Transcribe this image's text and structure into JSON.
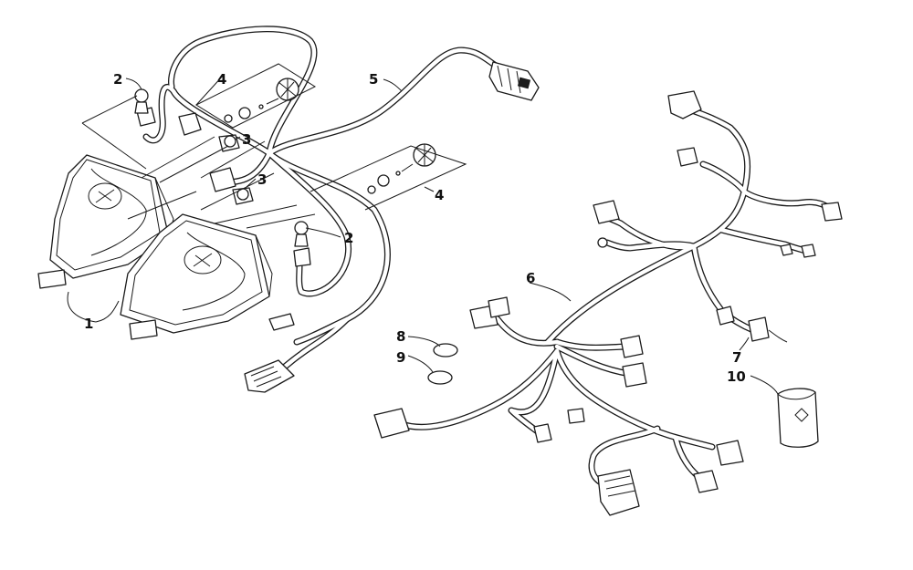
{
  "callouts": [
    {
      "id": "c1a",
      "text": "1"
    },
    {
      "id": "c2a",
      "text": "2"
    },
    {
      "id": "c2b",
      "text": "2"
    },
    {
      "id": "c3a",
      "text": "3"
    },
    {
      "id": "c3b",
      "text": "3"
    },
    {
      "id": "c4a",
      "text": "4"
    },
    {
      "id": "c4b",
      "text": "4"
    },
    {
      "id": "c5",
      "text": "5"
    },
    {
      "id": "c6",
      "text": "6"
    },
    {
      "id": "c7",
      "text": "7"
    },
    {
      "id": "c8",
      "text": "8"
    },
    {
      "id": "c9",
      "text": "9"
    },
    {
      "id": "c10",
      "text": "10"
    }
  ],
  "parts": [
    {
      "ref": "1",
      "name": "headlight-assembly",
      "count": 2
    },
    {
      "ref": "2",
      "name": "bulb-socket",
      "count": 2
    },
    {
      "ref": "3",
      "name": "headlight-bulb",
      "count": 2
    },
    {
      "ref": "4",
      "name": "adjuster-knob-kit",
      "count": 2
    },
    {
      "ref": "5",
      "name": "headlight-wiring-harness",
      "count": 1
    },
    {
      "ref": "6",
      "name": "main-wiring-harness",
      "count": 1
    },
    {
      "ref": "7",
      "name": "connector-plug",
      "count": 1
    },
    {
      "ref": "8",
      "name": "retaining-ring",
      "count": 1
    },
    {
      "ref": "9",
      "name": "retaining-ring",
      "count": 1
    },
    {
      "ref": "10",
      "name": "protective-sleeve",
      "count": 1
    }
  ],
  "colors": {
    "ink": "#1a1a1a",
    "paper": "#ffffff"
  }
}
